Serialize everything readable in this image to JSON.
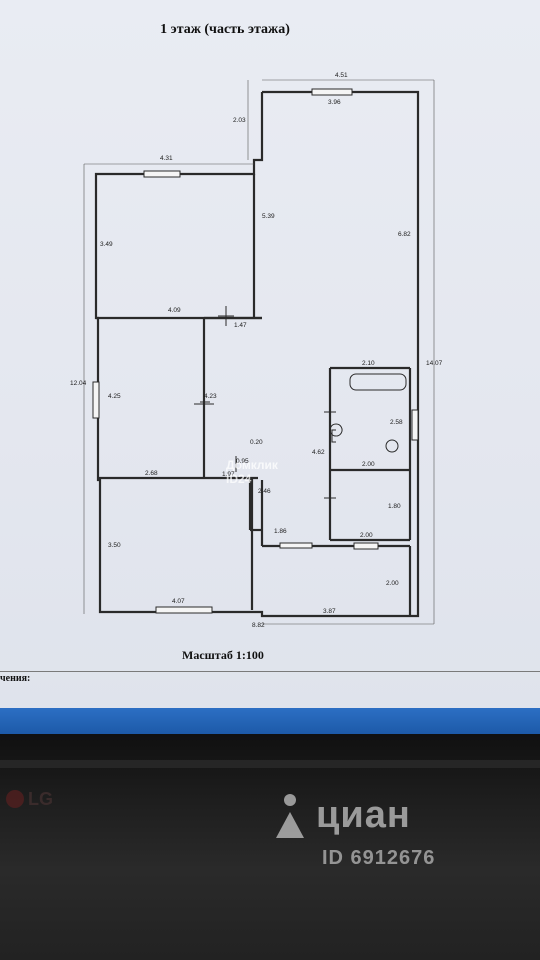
{
  "plan": {
    "title": "1 этаж (часть этажа)",
    "scale": "Масштаб 1:100",
    "cutoff_text": "чения:",
    "dimensions": {
      "top_width": "4.51",
      "top_inner": "3.96",
      "upper_step": "2.03",
      "left_top_width": "4.31",
      "room1_height": "3.49",
      "room1_width": "4.09",
      "corridor_height": "5.39",
      "right_height": "6.82",
      "step": "1.47",
      "overall_height": "12.04",
      "room2_height": "4.25",
      "hall_height": "4.23",
      "room2_width": "2.68",
      "small_1": "0.20",
      "small_2": "0.95",
      "small_3": "1.97",
      "small_4": "2.46",
      "bath_width": "2.10",
      "overall_right": "14.07",
      "bath_height": "2.58",
      "middle": "4.62",
      "bath_bottom": "2.00",
      "wc_height": "1.80",
      "wc_width": "2.00",
      "room3_height": "3.50",
      "room3_width": "4.07",
      "vestibule": "1.86",
      "porch_height": "2.00",
      "porch_width": "3.87",
      "overall_bottom": "8.82"
    }
  },
  "watermarks": {
    "plan_overlay_line1": "Домклик",
    "plan_overlay_line2": "ID24",
    "brand": "циан",
    "listing_id": "ID 6912676",
    "monitor_logo": "LG"
  },
  "colors": {
    "wall": "#2a2a2a",
    "taskbar": "#2c6fc4",
    "paper": "#e6e9f0"
  }
}
